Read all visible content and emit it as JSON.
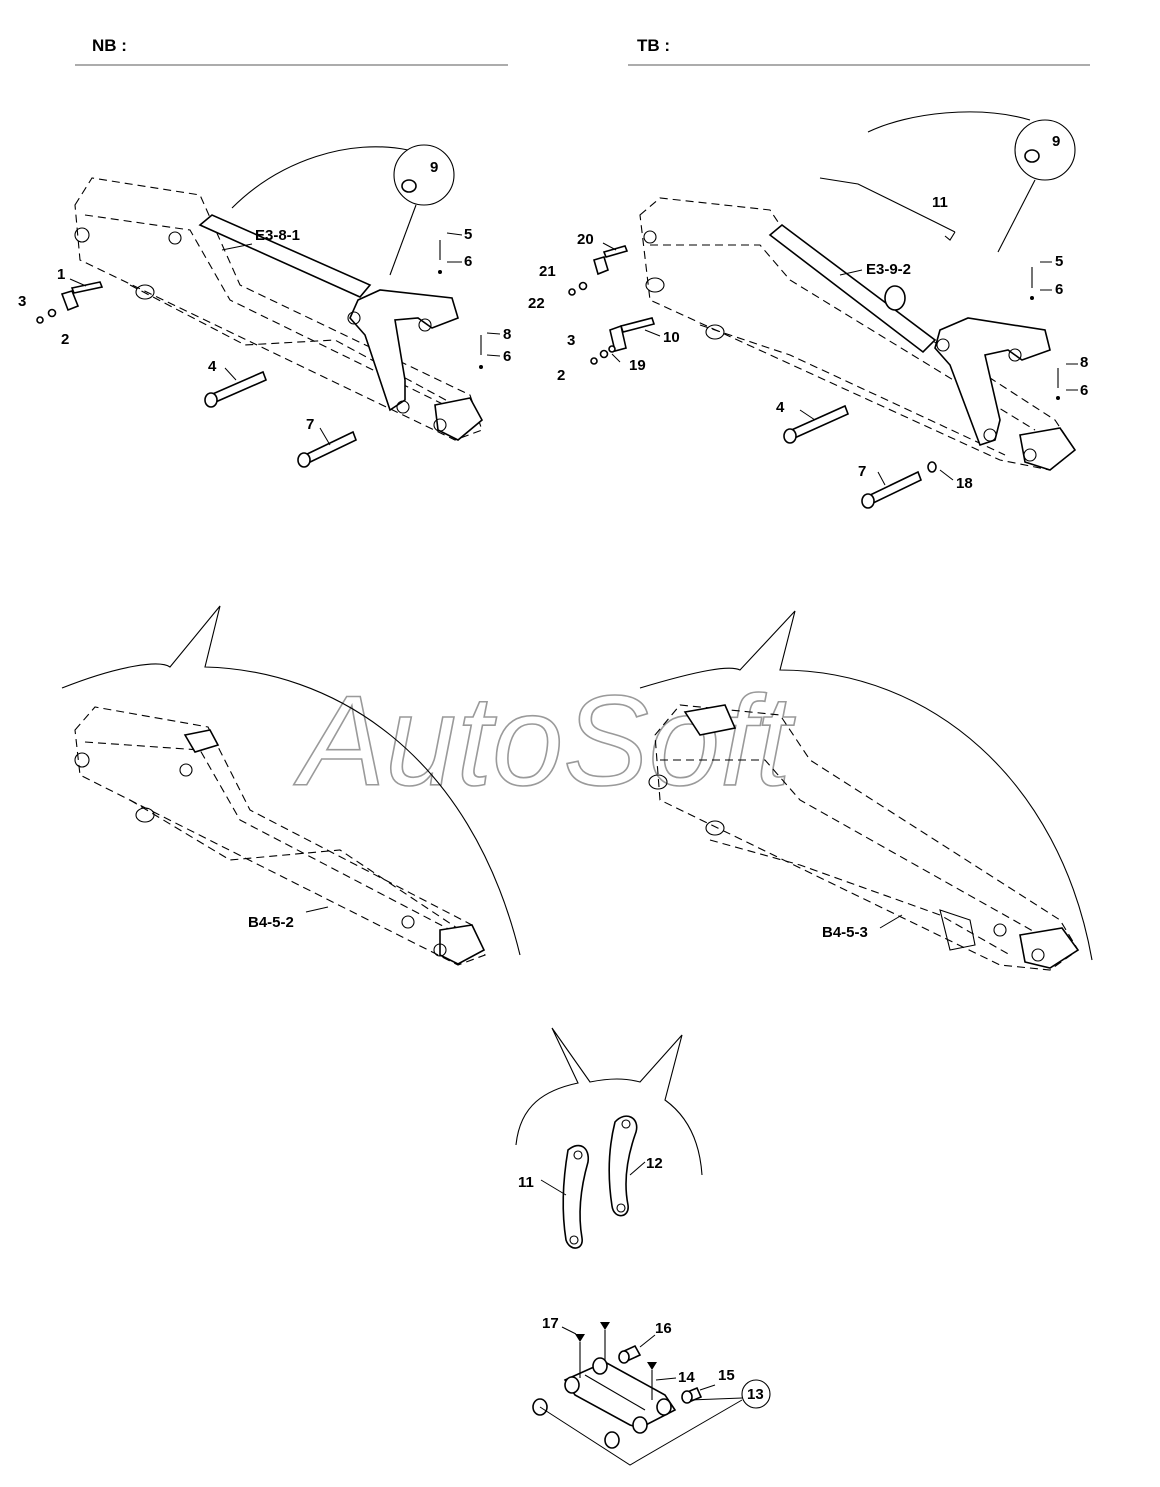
{
  "headers": {
    "left": "NB :",
    "right": "TB :"
  },
  "watermark": "AutoSoft",
  "callouts": {
    "nb_top": [
      {
        "id": "9",
        "text": "9"
      },
      {
        "id": "e3_8_1",
        "text": "E3-8-1"
      },
      {
        "id": "5",
        "text": "5"
      },
      {
        "id": "6a",
        "text": "6"
      },
      {
        "id": "1",
        "text": "1"
      },
      {
        "id": "3",
        "text": "3"
      },
      {
        "id": "2",
        "text": "2"
      },
      {
        "id": "8",
        "text": "8"
      },
      {
        "id": "6b",
        "text": "6"
      },
      {
        "id": "4",
        "text": "4"
      },
      {
        "id": "7",
        "text": "7"
      }
    ],
    "tb_top": [
      {
        "id": "9",
        "text": "9"
      },
      {
        "id": "11",
        "text": "11"
      },
      {
        "id": "20",
        "text": "20"
      },
      {
        "id": "e3_9_2",
        "text": "E3-9-2"
      },
      {
        "id": "21",
        "text": "21"
      },
      {
        "id": "22",
        "text": "22"
      },
      {
        "id": "5",
        "text": "5"
      },
      {
        "id": "6a",
        "text": "6"
      },
      {
        "id": "10",
        "text": "10"
      },
      {
        "id": "3",
        "text": "3"
      },
      {
        "id": "19",
        "text": "19"
      },
      {
        "id": "2",
        "text": "2"
      },
      {
        "id": "8",
        "text": "8"
      },
      {
        "id": "6b",
        "text": "6"
      },
      {
        "id": "4",
        "text": "4"
      },
      {
        "id": "7",
        "text": "7"
      },
      {
        "id": "18",
        "text": "18"
      }
    ],
    "nb_boom": {
      "text": "B4-5-2"
    },
    "tb_boom": {
      "text": "B4-5-3"
    },
    "links": [
      {
        "id": "11",
        "text": "11"
      },
      {
        "id": "12",
        "text": "12"
      }
    ],
    "bracket": [
      {
        "id": "17",
        "text": "17"
      },
      {
        "id": "16",
        "text": "16"
      },
      {
        "id": "14",
        "text": "14"
      },
      {
        "id": "15",
        "text": "15"
      },
      {
        "id": "13",
        "text": "13"
      }
    ]
  }
}
